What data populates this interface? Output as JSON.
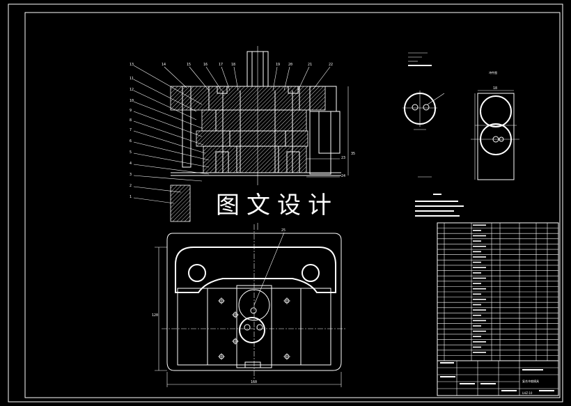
{
  "watermark": "图文设计",
  "top_view": {
    "part_numbers_left": [
      "13",
      "11",
      "12",
      "10",
      "9",
      "8",
      "7",
      "6",
      "5",
      "4",
      "3",
      "2",
      "1"
    ],
    "part_numbers_top": [
      "14",
      "15",
      "16",
      "17",
      "18",
      "19",
      "20",
      "21",
      "22"
    ],
    "part_numbers_right": [
      "23",
      "24"
    ],
    "dim_right": "35"
  },
  "plan_view": {
    "callout": "25",
    "dim_bottom": "160",
    "dim_left": "120"
  },
  "part_detail": {
    "title": "冲件图",
    "dim_top": "18"
  },
  "bom_rows": 26,
  "title_block": {
    "drawing_name": "复合冲裁模具",
    "drawing_no": "LHZ-10"
  }
}
